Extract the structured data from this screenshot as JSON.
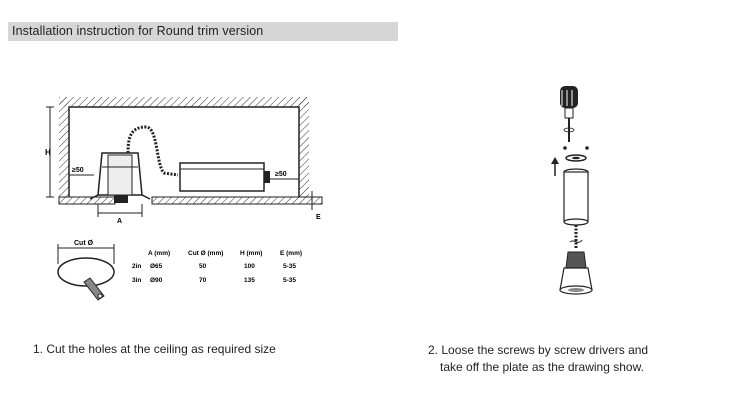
{
  "header": {
    "title": "Installation instruction for Round trim version"
  },
  "figure1": {
    "label_h": "H",
    "label_gap_left": "≥50",
    "label_gap_right": "≥50",
    "label_a": "A",
    "label_e": "E",
    "cut_label": "Cut Ø",
    "table": {
      "columns": [
        "A (mm)",
        "Cut Ø (mm)",
        "H (mm)",
        "E (mm)"
      ],
      "rows": [
        {
          "size": "2in",
          "values": [
            "Ø65",
            "50",
            "100",
            "5-35"
          ]
        },
        {
          "size": "3in",
          "values": [
            "Ø90",
            "70",
            "135",
            "5-35"
          ]
        }
      ]
    }
  },
  "steps": [
    {
      "text": "1. Cut the holes at the ceiling as required size"
    },
    {
      "line1": "2. Loose the screws by screw drivers and",
      "line2": "take off the plate as the drawing show."
    }
  ]
}
